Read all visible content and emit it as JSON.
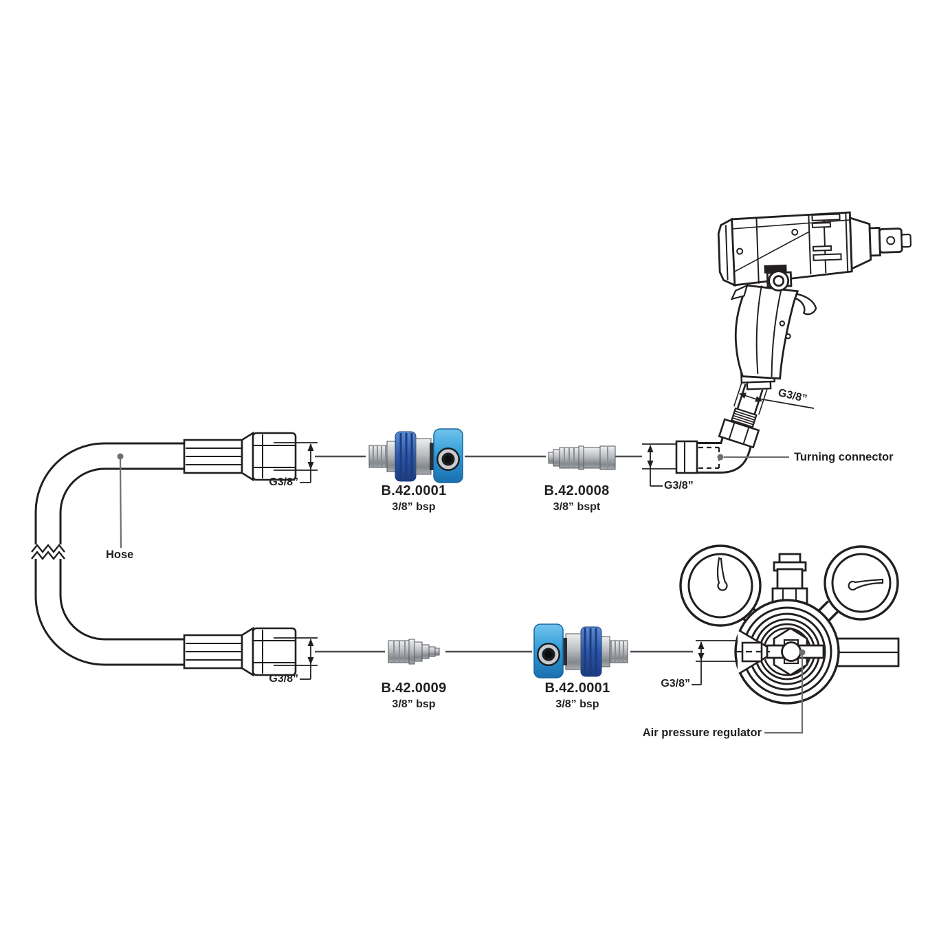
{
  "diagram": {
    "parts": [
      {
        "code": "B.42.0001",
        "spec": "3/8” bsp"
      },
      {
        "code": "B.42.0008",
        "spec": "3/8” bspt"
      },
      {
        "code": "B.42.0009",
        "spec": "3/8” bsp"
      },
      {
        "code": "B.42.0001",
        "spec": "3/8” bsp"
      }
    ],
    "labels": {
      "hose": "Hose",
      "turning_connector": "Turning connector",
      "air_pressure_regulator": "Air pressure regulator"
    },
    "dimensions": {
      "hose_top": "G3/8”",
      "elbow": "G3/8”",
      "tool_inlet": "G3/8”",
      "hose_bottom": "G3/8”",
      "regulator_inlet": "G3/8”"
    },
    "colors": {
      "line_art": "#231f20",
      "callout": "#6d6e71",
      "coupler_blue": "#2d99d6",
      "collar_blue": "#2b55a8"
    }
  }
}
